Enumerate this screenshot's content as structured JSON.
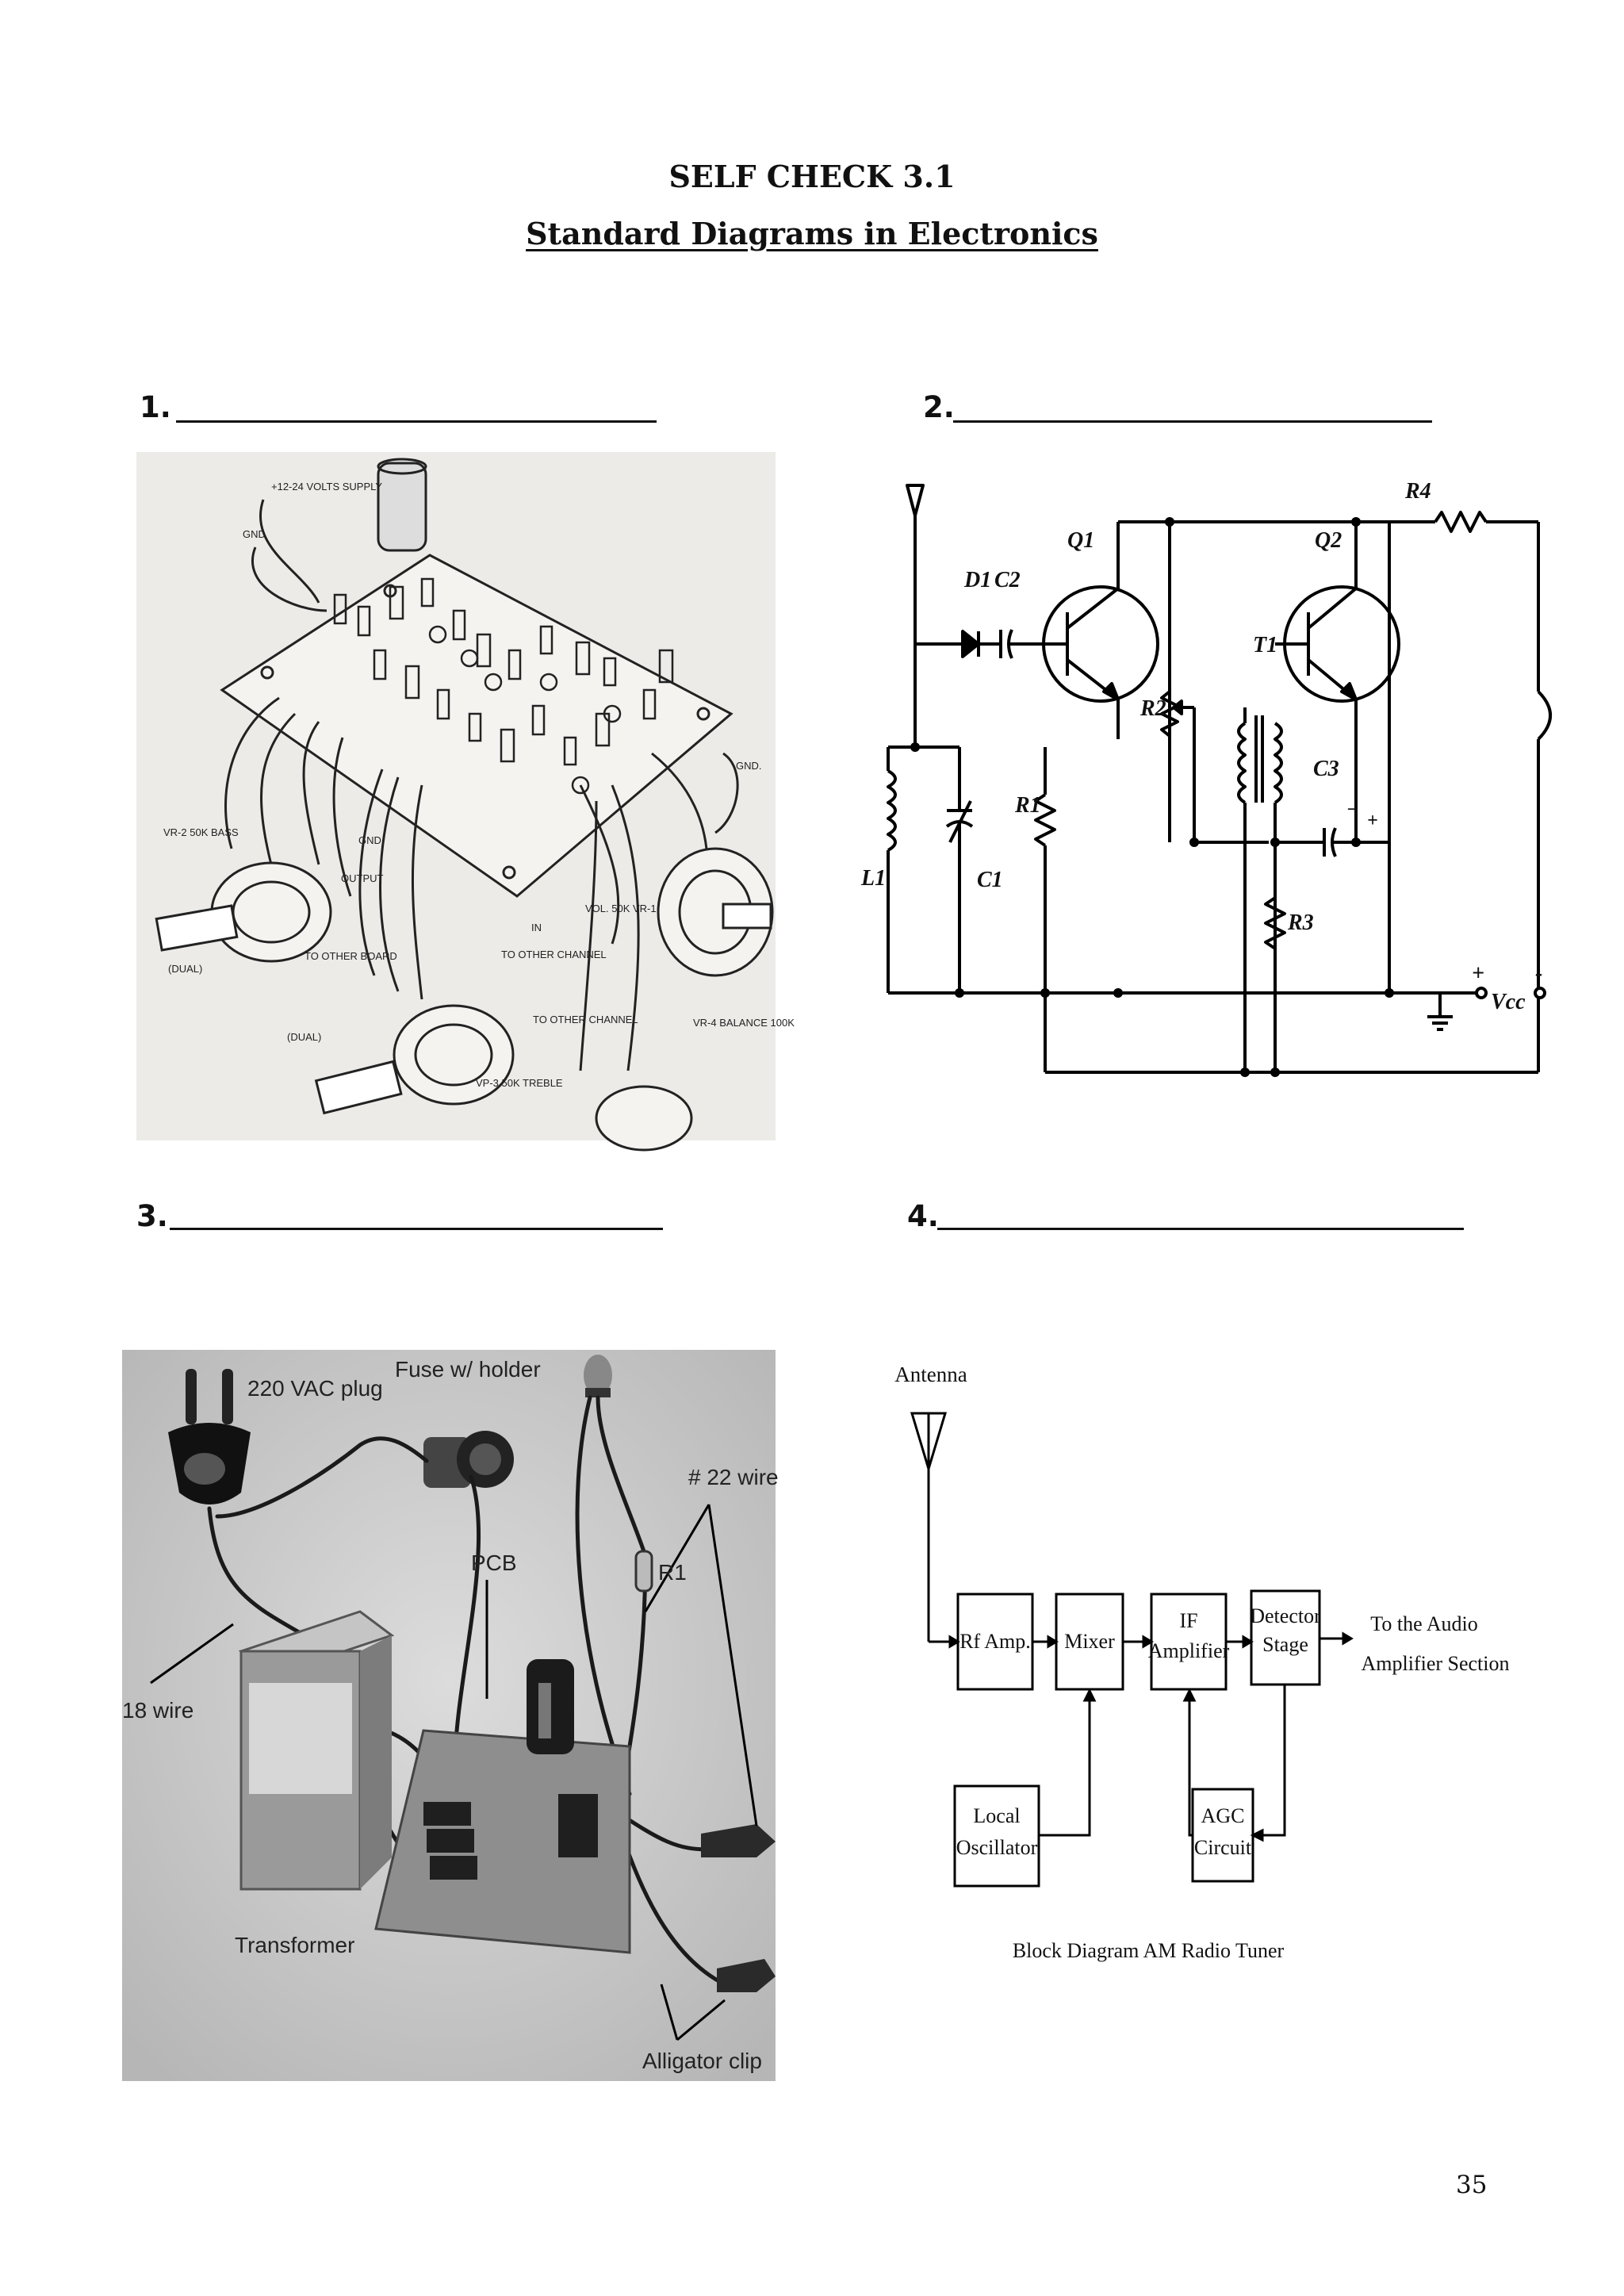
{
  "header": {
    "title": "SELF CHECK 3.1",
    "subtitle": "Standard Diagrams in Electronics"
  },
  "questions": [
    {
      "number": "1."
    },
    {
      "number": "2."
    },
    {
      "number": "3."
    },
    {
      "number": "4."
    }
  ],
  "figure1": {
    "labels": {
      "supply": "+12-24 VOLTS SUPPLY",
      "gnd_top": "GND",
      "gnd_right": "GND.",
      "vr2": "VR-2 50K BASS",
      "gnd_mid": "GND",
      "output": "OUTPUT",
      "dual1": "(DUAL)",
      "to_other_board": "TO OTHER BOARD",
      "dual2": "(DUAL)",
      "vr3": "VP-3 50K TREBLE",
      "in": "IN",
      "to_other_channel1": "TO OTHER CHANNEL",
      "vol": "VOL. 50K VR-1",
      "to_other_channel2": "TO OTHER CHANNEL",
      "vr4": "VR-4 BALANCE 100K"
    }
  },
  "figure2": {
    "labels": {
      "r4": "R4",
      "q1": "Q1",
      "q2": "Q2",
      "d1": "D1",
      "c2": "C2",
      "t1": "T1",
      "r2": "R2",
      "c3": "C3",
      "r1": "R1",
      "l1": "L1",
      "c1": "C1",
      "r3": "R3",
      "vcc": "Vcc",
      "plus": "+",
      "minus": "-"
    }
  },
  "figure3": {
    "labels": {
      "plug": "220 VAC plug",
      "fuse": "Fuse w/ holder",
      "wire22": "# 22 wire",
      "r1": "R1",
      "pcb": "PCB",
      "wire18": "18 wire",
      "transformer": "Transformer",
      "alligator": "Alligator clip"
    }
  },
  "figure4": {
    "antenna": "Antenna",
    "blocks": {
      "rf": "Rf Amp.",
      "mixer": "Mixer",
      "if_line1": "IF",
      "if_line2": "Amplifier",
      "det_line1": "Detector",
      "det_line2": "Stage",
      "lo_line1": "Local",
      "lo_line2": "Oscillator",
      "agc_line1": "AGC",
      "agc_line2": "Circuit"
    },
    "output_line1": "To the Audio",
    "output_line2": "Amplifier Section",
    "caption": "Block Diagram AM Radio Tuner"
  },
  "footer": {
    "page_number": "35"
  }
}
